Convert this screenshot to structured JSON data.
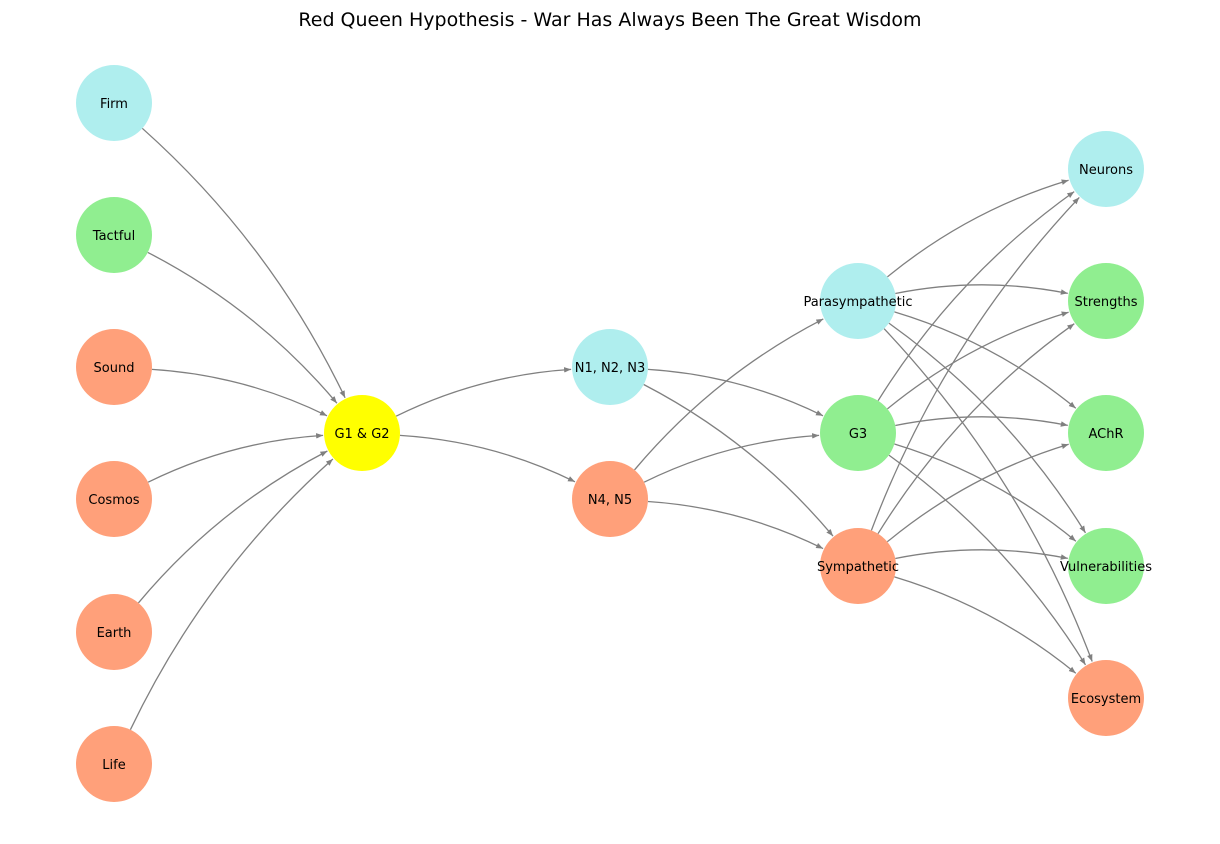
{
  "title": "Red Queen Hypothesis - War Has Always Been The Great Wisdom",
  "colors": {
    "cyan": "#afeeee",
    "green": "#90ee90",
    "salmon": "#ffa07a",
    "yellow": "#ffff00",
    "edge": "#808080"
  },
  "nodes": [
    {
      "id": "firm",
      "label": "Firm",
      "color": "cyan",
      "layer": 0
    },
    {
      "id": "tactful",
      "label": "Tactful",
      "color": "green",
      "layer": 0
    },
    {
      "id": "sound",
      "label": "Sound",
      "color": "salmon",
      "layer": 0
    },
    {
      "id": "cosmos",
      "label": "Cosmos",
      "color": "salmon",
      "layer": 0
    },
    {
      "id": "earth",
      "label": "Earth",
      "color": "salmon",
      "layer": 0
    },
    {
      "id": "life",
      "label": "Life",
      "color": "salmon",
      "layer": 0
    },
    {
      "id": "g1g2",
      "label": "G1 & G2",
      "color": "yellow",
      "layer": 1
    },
    {
      "id": "n123",
      "label": "N1, N2, N3",
      "color": "cyan",
      "layer": 2
    },
    {
      "id": "n45",
      "label": "N4, N5",
      "color": "salmon",
      "layer": 2
    },
    {
      "id": "para",
      "label": "Parasympathetic",
      "color": "cyan",
      "layer": 3
    },
    {
      "id": "g3",
      "label": "G3",
      "color": "green",
      "layer": 3
    },
    {
      "id": "symp",
      "label": "Sympathetic",
      "color": "salmon",
      "layer": 3
    },
    {
      "id": "neurons",
      "label": "Neurons",
      "color": "cyan",
      "layer": 4
    },
    {
      "id": "strengths",
      "label": "Strengths",
      "color": "green",
      "layer": 4
    },
    {
      "id": "achr",
      "label": "AChR",
      "color": "green",
      "layer": 4
    },
    {
      "id": "vuln",
      "label": "Vulnerabilities",
      "color": "green",
      "layer": 4
    },
    {
      "id": "eco",
      "label": "Ecosystem",
      "color": "salmon",
      "layer": 4
    }
  ],
  "edges": [
    [
      "firm",
      "g1g2"
    ],
    [
      "tactful",
      "g1g2"
    ],
    [
      "sound",
      "g1g2"
    ],
    [
      "cosmos",
      "g1g2"
    ],
    [
      "earth",
      "g1g2"
    ],
    [
      "life",
      "g1g2"
    ],
    [
      "g1g2",
      "n123"
    ],
    [
      "g1g2",
      "n45"
    ],
    [
      "n123",
      "g3"
    ],
    [
      "n123",
      "symp"
    ],
    [
      "n45",
      "para"
    ],
    [
      "n45",
      "g3"
    ],
    [
      "n45",
      "symp"
    ],
    [
      "para",
      "neurons"
    ],
    [
      "para",
      "strengths"
    ],
    [
      "para",
      "achr"
    ],
    [
      "para",
      "vuln"
    ],
    [
      "para",
      "eco"
    ],
    [
      "g3",
      "neurons"
    ],
    [
      "g3",
      "strengths"
    ],
    [
      "g3",
      "achr"
    ],
    [
      "g3",
      "vuln"
    ],
    [
      "g3",
      "eco"
    ],
    [
      "symp",
      "neurons"
    ],
    [
      "symp",
      "strengths"
    ],
    [
      "symp",
      "achr"
    ],
    [
      "symp",
      "vuln"
    ],
    [
      "symp",
      "eco"
    ]
  ]
}
